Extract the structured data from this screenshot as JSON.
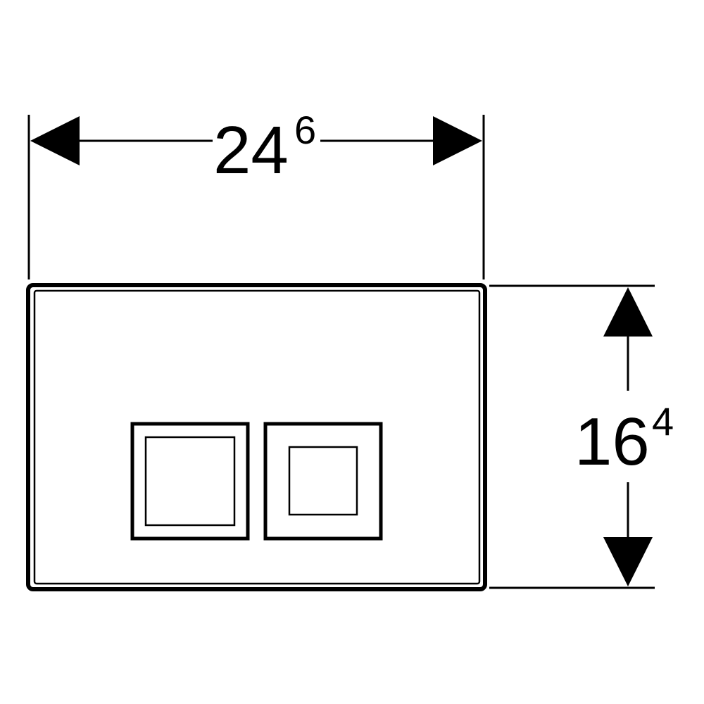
{
  "colors": {
    "line": "#000000",
    "background": "#ffffff"
  },
  "dimensions": {
    "width": {
      "main": "24",
      "superscript": "6"
    },
    "height": {
      "main": "16",
      "superscript": "4"
    }
  },
  "components": {
    "plate": "flush-plate-outline",
    "buttons": [
      "large-flush-button",
      "small-flush-button"
    ]
  }
}
